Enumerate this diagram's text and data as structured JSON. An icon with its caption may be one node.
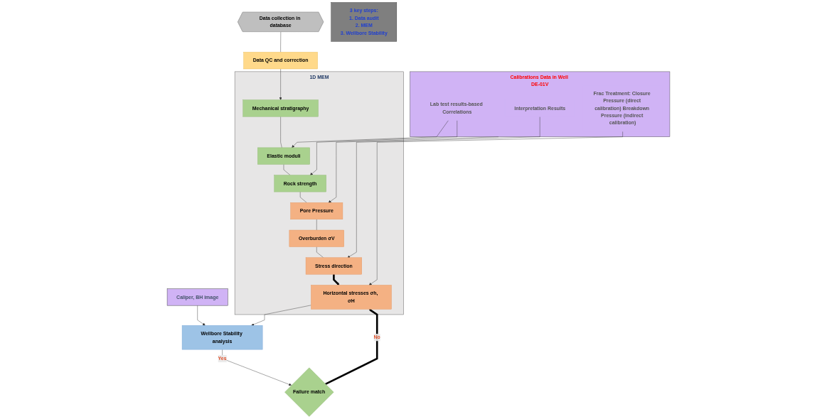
{
  "diagram": {
    "nodes": [
      {
        "text": [
          "Data collection in database"
        ]
      },
      {
        "text": [
          "Data QC and correction"
        ]
      },
      {
        "text": [
          "1D MEM"
        ]
      },
      {
        "text": [
          "Mechanical stratigraphy"
        ],
        "in": 2
      },
      {
        "text": [
          "Elastic moduli"
        ],
        "in": 2
      },
      {
        "text": [
          "Rock strength"
        ],
        "in": 2
      },
      {
        "text": [
          "Pore Pressure"
        ],
        "in": 2
      },
      {
        "text": [
          "Overburden σV"
        ],
        "in": 2
      },
      {
        "text": [
          "Stress direction"
        ],
        "in": 2
      },
      {
        "text": [
          "Horizontal stresses σh, σH"
        ],
        "in": 2
      },
      {
        "text": [
          "Calibrations Data in Well DE-01V"
        ]
      },
      {
        "text": [
          "Lab test results-based Correlations"
        ],
        "in": 10
      },
      {
        "text": [
          "Interpretation Results"
        ],
        "in": 10
      },
      {
        "text": [
          "Frac Treatment: Closure Pressure (direct calibration) Breakdown Pressure (indirect calibration)"
        ],
        "in": 10
      },
      {
        "text": [
          "3 key steps:",
          "1. Data audit",
          "2. MEM",
          "3. Wellbore Stability"
        ]
      },
      {
        "text": [
          "Caliper, BH image"
        ]
      },
      {
        "text": [
          "Wellbore Stability analysis"
        ]
      },
      {
        "text": [
          "Failure match"
        ]
      }
    ],
    "edges": [
      {
        "from": 0,
        "to": 1,
        "arrow": "none"
      },
      {
        "from": 1,
        "to": 3,
        "arrow": "to"
      },
      {
        "from": 3,
        "to": 4,
        "arrow": "none"
      },
      {
        "from": 4,
        "to": 5,
        "arrow": "none"
      },
      {
        "from": 5,
        "to": 6,
        "arrow": "none"
      },
      {
        "from": 6,
        "to": 7,
        "arrow": "none"
      },
      {
        "from": 7,
        "to": 8,
        "arrow": "none"
      },
      {
        "from": 8,
        "to": 9,
        "arrow": "to",
        "style": "thick"
      },
      {
        "from": 11,
        "to": 4,
        "arrow": "to"
      },
      {
        "from": 11,
        "to": 5,
        "arrow": "to"
      },
      {
        "from": 10,
        "to": 6,
        "arrow": "to"
      },
      {
        "from": 12,
        "to": 8,
        "arrow": "to"
      },
      {
        "from": 13,
        "to": 9,
        "arrow": "to"
      },
      {
        "from": 15,
        "to": 16,
        "arrow": "to"
      },
      {
        "from": 9,
        "to": 16,
        "arrow": "to"
      },
      {
        "from": 16,
        "to": 17,
        "arrow": "to",
        "label": "Yes"
      },
      {
        "from": 17,
        "to": 9,
        "arrow": "to",
        "label": "No",
        "style": "thick"
      }
    ]
  }
}
